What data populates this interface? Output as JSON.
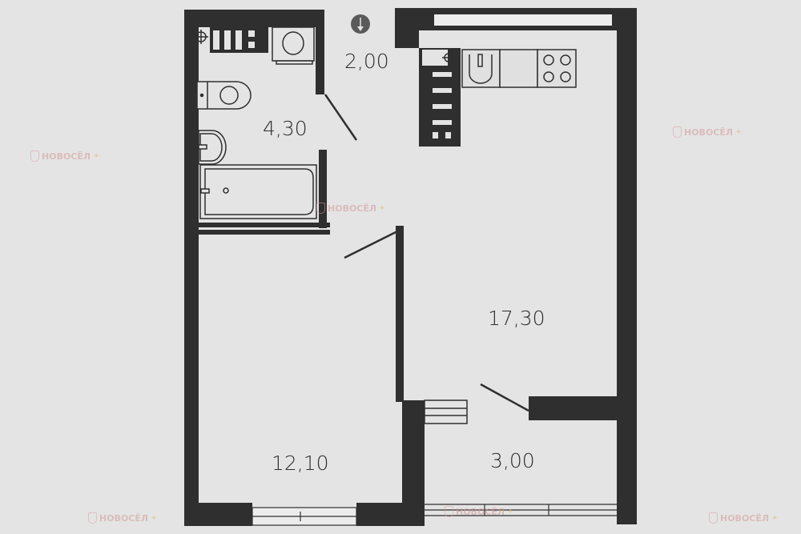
{
  "plan": {
    "rooms": [
      {
        "id": "hall",
        "area": "2,00"
      },
      {
        "id": "bathroom",
        "area": "4,30"
      },
      {
        "id": "living-kitchen",
        "area": "17,30"
      },
      {
        "id": "bedroom",
        "area": "12,10"
      },
      {
        "id": "balcony",
        "area": "3,00"
      }
    ],
    "compass": "north-arrow-icon"
  },
  "watermark": {
    "text": "НОВОСЁЛ"
  },
  "colors": {
    "wall": "#2f2f2f",
    "floor": "#e4e4e4",
    "watermark": "#d49a9a"
  }
}
